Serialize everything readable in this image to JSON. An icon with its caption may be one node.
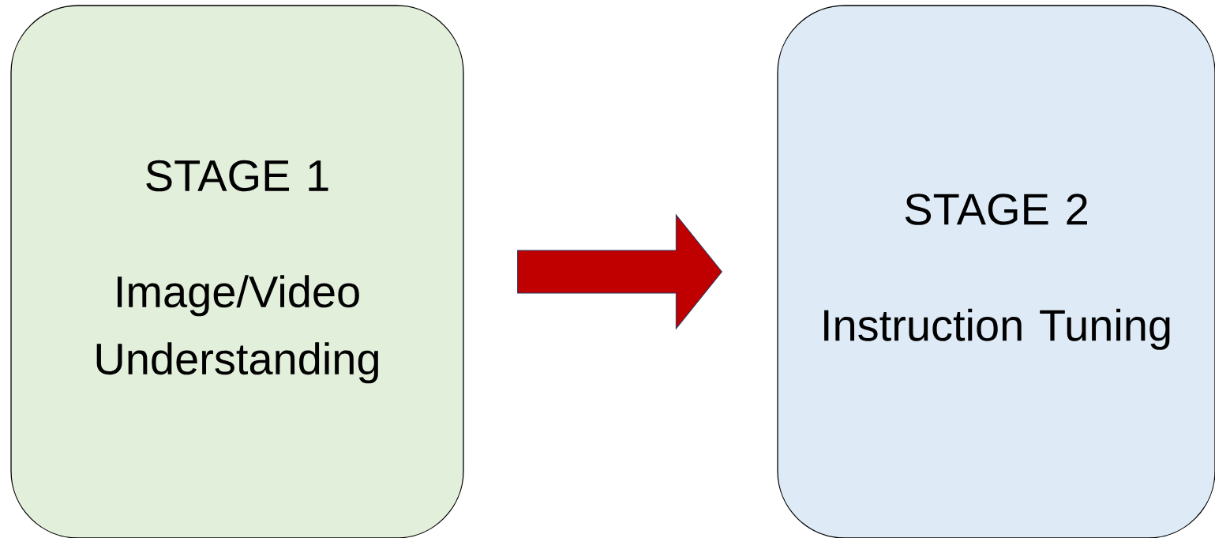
{
  "diagram": {
    "nodes": [
      {
        "text": [
          "STAGE 1",
          "Image/Video Understanding"
        ]
      },
      {
        "text": [
          "STAGE 2",
          "Instruction Tuning"
        ]
      }
    ],
    "edges": [
      {
        "from": 0,
        "to": 1,
        "arrow": "to"
      }
    ]
  }
}
